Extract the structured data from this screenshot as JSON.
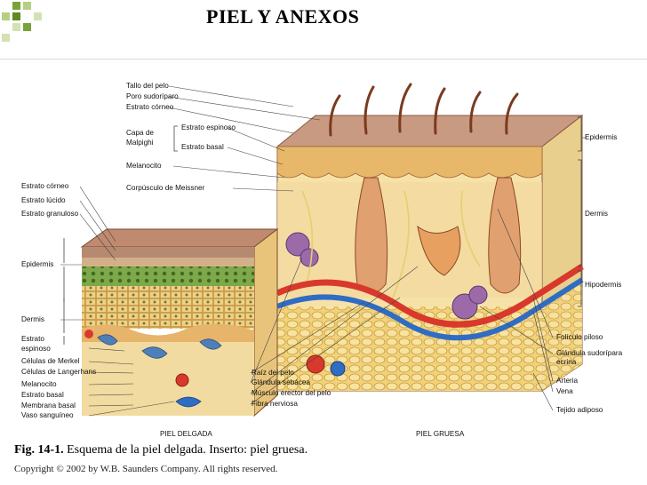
{
  "slide_title": "PIEL Y ANEXOS",
  "labels_top": [
    "Tallo del pelo",
    "Poro sudoríparo",
    "Estrato córneo",
    "Capa de",
    "Malpighi",
    "Estrato espinoso",
    "Estrato basal",
    "Melanocito",
    "Corpúsculo de Meissner"
  ],
  "labels_left": [
    "Estrato córneo",
    "Estrato lúcido",
    "Estrato granuloso",
    "Epidermis",
    "Dermis",
    "Estrato",
    "espinoso",
    "Células de Merkel",
    "Células de Langerhans",
    "Melanocito",
    "Estrato basal",
    "Membrana basal",
    "Vaso sanguíneo"
  ],
  "labels_bottom": [
    "Raíz del pelo",
    "Glándula sebácea",
    "Músculo erector del pelo",
    "Fibra nerviosa"
  ],
  "labels_right": [
    "Epidermis",
    "Dermis",
    "Hipodermis",
    "Folículo piloso",
    "Glándula sudorípara",
    "ecrina",
    "Arteria",
    "Vena",
    "Tejido adiposo"
  ],
  "piel_delgada": "PIEL DELGADA",
  "piel_gruesa": "PIEL GRUESA",
  "caption_fig": "Fig. 14-1.",
  "caption_text": " Esquema de la piel delgada. Inserto: piel gruesa.",
  "copyright": "Copyright © 2002 by W.B. Saunders Company. All rights reserved.",
  "colors": {
    "corner_green": "#7aa23a",
    "skin_top": "#c4967c",
    "epidermis": "#e3c06a",
    "dermis": "#f3dfa8",
    "adipose": "#f1d27a",
    "artery": "#d8392c",
    "vein": "#2f6cc4"
  }
}
